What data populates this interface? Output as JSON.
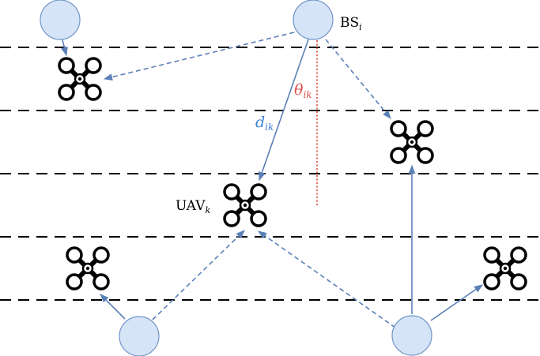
{
  "colors": {
    "node_fill": "#d6e4f7",
    "node_stroke": "#6f95c9",
    "link": "#5b80b8",
    "lane": "#000000",
    "angle_ref": "#e0392d",
    "label_blue": "#3d7fd6",
    "label_red": "#e05050"
  },
  "labels": {
    "bs_label": "BS",
    "bs_subscript": "i",
    "uav_label": "UAV",
    "uav_subscript": "k",
    "distance_symbol": "d",
    "distance_subscript": "ik",
    "angle_symbol": "θ",
    "angle_subscript": "ik"
  }
}
